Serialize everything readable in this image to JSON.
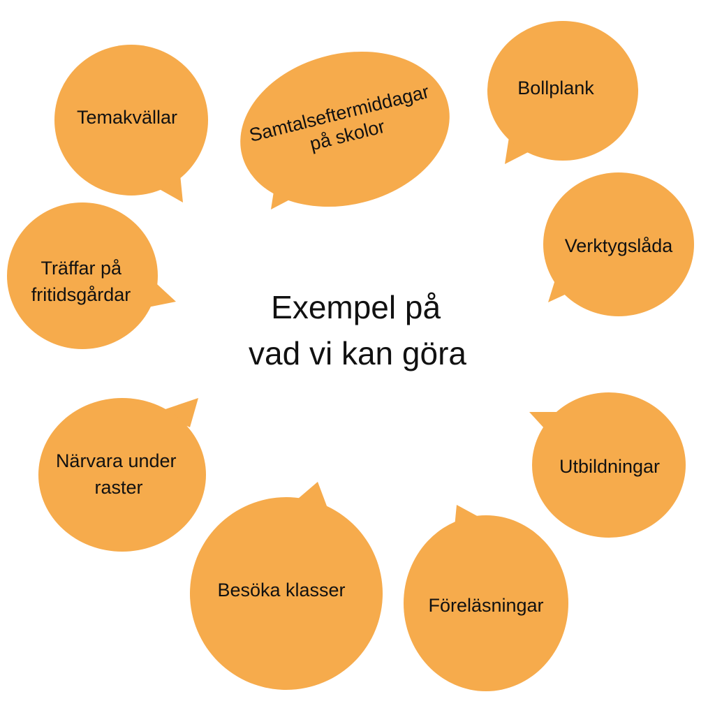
{
  "colors": {
    "bubble_fill": "#F6AB4C",
    "text": "#111111",
    "background": "#FFFFFF"
  },
  "title": {
    "line1": "Exempel på",
    "line2": "vad vi kan göra"
  },
  "bubbles": [
    {
      "id": "temakvallar",
      "lines": [
        "Temakvällar"
      ]
    },
    {
      "id": "samtalseftermiddagar",
      "lines": [
        "Samtalseftermiddagar",
        "på skolor"
      ]
    },
    {
      "id": "bollplank",
      "lines": [
        "Bollplank"
      ]
    },
    {
      "id": "verktygslada",
      "lines": [
        "Verktygslåda"
      ]
    },
    {
      "id": "traffar",
      "lines": [
        "Träffar på",
        "fritidsgårdar"
      ]
    },
    {
      "id": "utbildningar",
      "lines": [
        "Utbildningar"
      ]
    },
    {
      "id": "narvara",
      "lines": [
        "Närvara under",
        "raster"
      ]
    },
    {
      "id": "besoka",
      "lines": [
        "Besöka klasser"
      ]
    },
    {
      "id": "forelasningar",
      "lines": [
        "Föreläsningar"
      ]
    }
  ]
}
